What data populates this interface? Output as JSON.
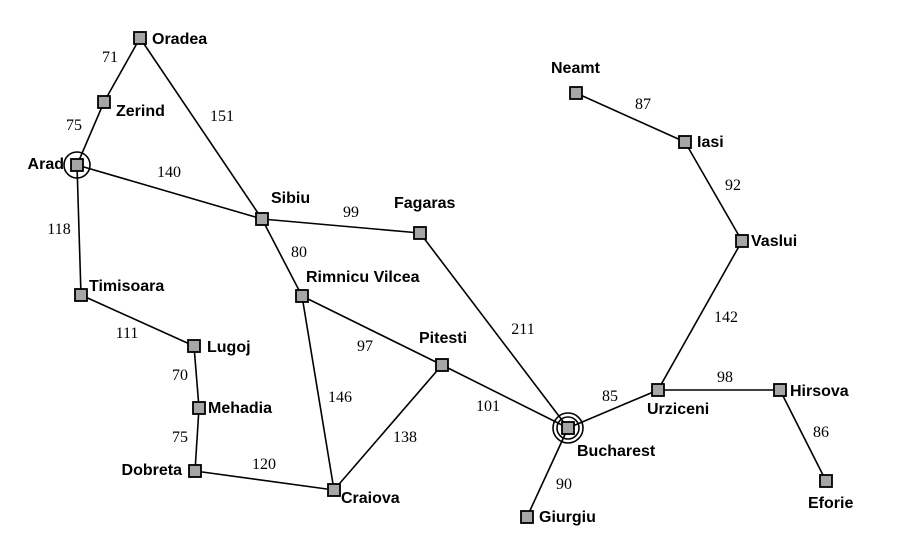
{
  "cities": [
    {
      "id": "oradea",
      "name": "Oradea"
    },
    {
      "id": "zerind",
      "name": "Zerind"
    },
    {
      "id": "arad",
      "name": "Arad",
      "marker": "start"
    },
    {
      "id": "sibiu",
      "name": "Sibiu"
    },
    {
      "id": "fagaras",
      "name": "Fagaras"
    },
    {
      "id": "timisoara",
      "name": "Timisoara"
    },
    {
      "id": "rimnicu",
      "name": "Rimnicu Vilcea"
    },
    {
      "id": "lugoj",
      "name": "Lugoj"
    },
    {
      "id": "pitesti",
      "name": "Pitesti"
    },
    {
      "id": "mehadia",
      "name": "Mehadia"
    },
    {
      "id": "dobreta",
      "name": "Dobreta"
    },
    {
      "id": "craiova",
      "name": "Craiova"
    },
    {
      "id": "bucharest",
      "name": "Bucharest",
      "marker": "goal"
    },
    {
      "id": "giurgiu",
      "name": "Giurgiu"
    },
    {
      "id": "urziceni",
      "name": "Urziceni"
    },
    {
      "id": "hirsova",
      "name": "Hirsova"
    },
    {
      "id": "eforie",
      "name": "Eforie"
    },
    {
      "id": "vaslui",
      "name": "Vaslui"
    },
    {
      "id": "iasi",
      "name": "Iasi"
    },
    {
      "id": "neamt",
      "name": "Neamt"
    }
  ],
  "roads": [
    {
      "from": "oradea",
      "to": "zerind",
      "distance": "71"
    },
    {
      "from": "oradea",
      "to": "sibiu",
      "distance": "151"
    },
    {
      "from": "zerind",
      "to": "arad",
      "distance": "75"
    },
    {
      "from": "arad",
      "to": "sibiu",
      "distance": "140"
    },
    {
      "from": "arad",
      "to": "timisoara",
      "distance": "118"
    },
    {
      "from": "sibiu",
      "to": "fagaras",
      "distance": "99"
    },
    {
      "from": "sibiu",
      "to": "rimnicu",
      "distance": "80"
    },
    {
      "from": "timisoara",
      "to": "lugoj",
      "distance": "111"
    },
    {
      "from": "lugoj",
      "to": "mehadia",
      "distance": "70"
    },
    {
      "from": "mehadia",
      "to": "dobreta",
      "distance": "75"
    },
    {
      "from": "dobreta",
      "to": "craiova",
      "distance": "120"
    },
    {
      "from": "rimnicu",
      "to": "pitesti",
      "distance": "97"
    },
    {
      "from": "rimnicu",
      "to": "craiova",
      "distance": "146"
    },
    {
      "from": "craiova",
      "to": "pitesti",
      "distance": "138"
    },
    {
      "from": "pitesti",
      "to": "bucharest",
      "distance": "101"
    },
    {
      "from": "fagaras",
      "to": "bucharest",
      "distance": "211"
    },
    {
      "from": "bucharest",
      "to": "giurgiu",
      "distance": "90"
    },
    {
      "from": "bucharest",
      "to": "urziceni",
      "distance": "85"
    },
    {
      "from": "urziceni",
      "to": "hirsova",
      "distance": "98"
    },
    {
      "from": "hirsova",
      "to": "eforie",
      "distance": "86"
    },
    {
      "from": "urziceni",
      "to": "vaslui",
      "distance": "142"
    },
    {
      "from": "vaslui",
      "to": "iasi",
      "distance": "92"
    },
    {
      "from": "iasi",
      "to": "neamt",
      "distance": "87"
    }
  ]
}
